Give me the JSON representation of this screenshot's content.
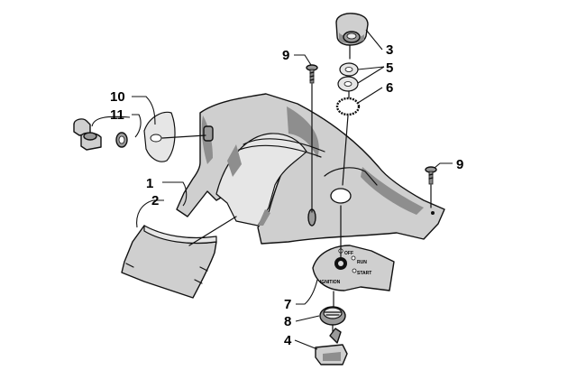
{
  "callouts": {
    "c1": "1",
    "c2": "2",
    "c3": "3",
    "c4": "4",
    "c5": "5",
    "c6": "6",
    "c7": "7",
    "c8": "8",
    "c9a": "9",
    "c9b": "9",
    "c10": "10",
    "c11": "11"
  },
  "plate_labels": {
    "off": "OFF",
    "run": "RUN",
    "start": "START",
    "ignition": "IGNITION"
  }
}
